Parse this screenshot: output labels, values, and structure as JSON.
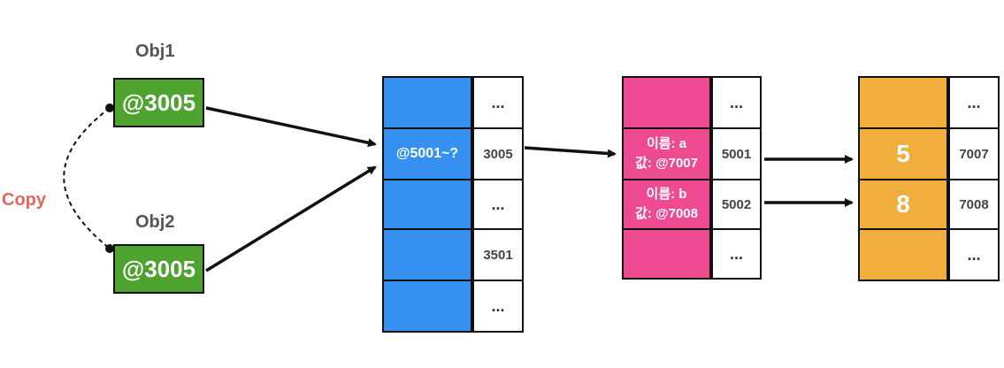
{
  "colors": {
    "object": "#4ea32f",
    "stack": "#3590f0",
    "heap_object": "#ee4a92",
    "heap_value": "#f2ae3c",
    "copy_label": "#e8655a"
  },
  "objects": [
    {
      "name": "Obj1",
      "value": "@3005"
    },
    {
      "name": "Obj2",
      "value": "@3005"
    }
  ],
  "copy_label": "Copy",
  "column1": {
    "cells": [
      "",
      "@5001~?",
      "",
      "",
      ""
    ],
    "addresses": [
      "...",
      "3005",
      "...",
      "3501",
      "..."
    ]
  },
  "column2": {
    "cells": [
      {
        "line1": "",
        "line2": ""
      },
      {
        "line1": "이름: a",
        "line2": "값: @7007"
      },
      {
        "line1": "이름: b",
        "line2": "값: @7008"
      },
      {
        "line1": "",
        "line2": ""
      }
    ],
    "addresses": [
      "...",
      "5001",
      "5002",
      "..."
    ]
  },
  "column3": {
    "cells": [
      "",
      "5",
      "8",
      ""
    ],
    "addresses": [
      "...",
      "7007",
      "7008",
      "..."
    ]
  }
}
